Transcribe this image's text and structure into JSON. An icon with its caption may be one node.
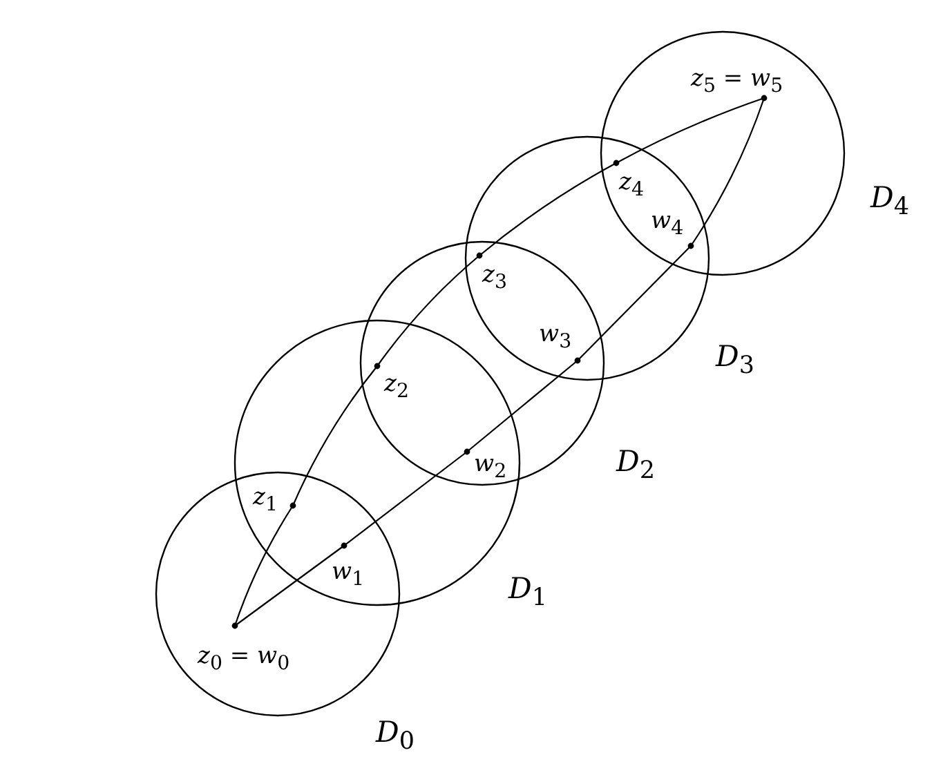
{
  "diagram": {
    "nodes": [
      {
        "text": [
          "*z*$_{0}$ = *w*$_{0}$"
        ]
      },
      {
        "text": [
          "*z*$_{1}$"
        ]
      },
      {
        "text": [
          "*w*$_{1}$"
        ]
      },
      {
        "text": [
          "*z*$_{2}$"
        ]
      },
      {
        "text": [
          "*w*$_{2}$"
        ]
      },
      {
        "text": [
          "*z*$_{3}$"
        ]
      },
      {
        "text": [
          "*w*$_{3}$"
        ]
      },
      {
        "text": [
          "*z*$_{4}$"
        ]
      },
      {
        "text": [
          "*w*$_{4}$"
        ]
      },
      {
        "text": [
          "*z*$_{5}$ = *w*$_{5}$"
        ]
      }
    ],
    "edges": [
      {
        "from": 0,
        "to": 1,
        "arrow": "none"
      },
      {
        "from": 1,
        "to": 3,
        "arrow": "none"
      },
      {
        "from": 3,
        "to": 5,
        "arrow": "none"
      },
      {
        "from": 5,
        "to": 7,
        "arrow": "none"
      },
      {
        "from": 7,
        "to": 9,
        "arrow": "none"
      },
      {
        "from": 0,
        "to": 2,
        "arrow": "none"
      },
      {
        "from": 2,
        "to": 4,
        "arrow": "none"
      },
      {
        "from": 4,
        "to": 6,
        "arrow": "none"
      },
      {
        "from": 6,
        "to": 8,
        "arrow": "none"
      },
      {
        "from": 8,
        "to": 9,
        "arrow": "none"
      }
    ],
    "labels": [
      "*D*$_{4}$",
      "*D*$_{3}$",
      "*D*$_{2}$",
      "*D*$_{1}$",
      "*D*$_{0}$"
    ]
  }
}
